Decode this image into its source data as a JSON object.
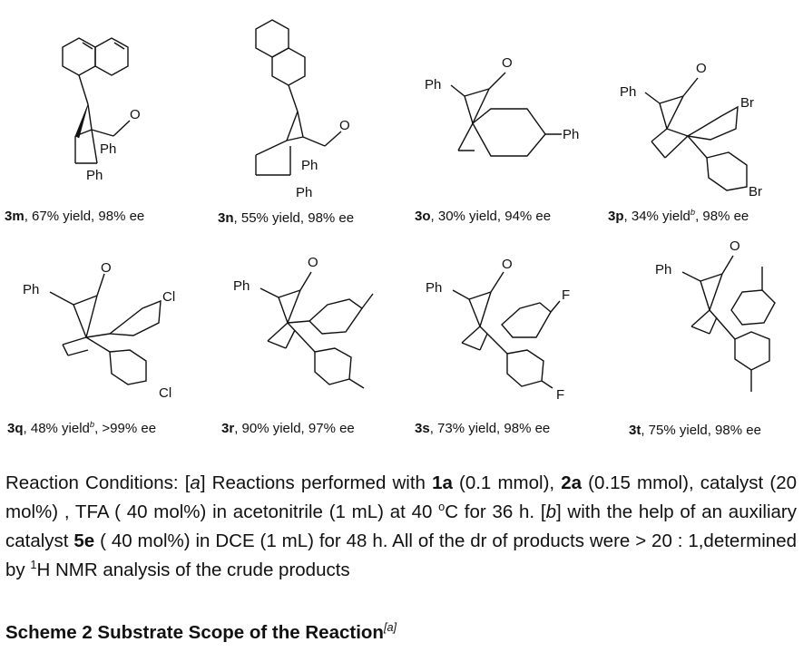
{
  "compounds": [
    {
      "id": "3m",
      "rest": ", 67%  yield, 98% ee",
      "labels": {
        "ph1": "Ph",
        "ph2": "Ph"
      }
    },
    {
      "id": "3n",
      "rest": ", 55%  yield, 98% ee",
      "labels": {
        "ph1": "Ph",
        "ph2": "Ph"
      }
    },
    {
      "id": "3o",
      "rest": ", 30%  yield, 94% ee",
      "labels": {
        "ph1": "Ph",
        "ph2": "Ph",
        "o": "O"
      }
    },
    {
      "id": "3p",
      "pre": ", 34%  yield",
      "sup": "b",
      "post": ", 98% ee",
      "labels": {
        "ph": "Ph",
        "x1": "Br",
        "x2": "Br",
        "o": "O"
      }
    },
    {
      "id": "3q",
      "pre": ", 48%  yield",
      "sup": "b",
      "post": ", >99% ee",
      "labels": {
        "ph": "Ph",
        "x1": "Cl",
        "x2": "Cl",
        "o": "O"
      }
    },
    {
      "id": "3r",
      "rest": ", 90%  yield, 97% ee",
      "labels": {
        "ph": "Ph",
        "o": "O"
      }
    },
    {
      "id": "3s",
      "rest": ", 73%  yield, 98% ee",
      "labels": {
        "ph": "Ph",
        "x1": "F",
        "x2": "F",
        "o": "O"
      }
    },
    {
      "id": "3t",
      "rest": ", 75%  yield, 98% ee",
      "labels": {
        "ph": "Ph",
        "o": "O"
      }
    }
  ],
  "conditions": {
    "a": "Reaction Conditions: [",
    "a_it": "a",
    "b": "] Reactions performed with ",
    "c": "1a",
    "d": " (0.1 mmol), ",
    "e": "2a",
    "f": " (0.15 mmol), catalyst (20 mol%) , TFA ( 40 mol%) in acetonitrile (1 mL) at 40 ",
    "deg": "o",
    "g": "C for 36 h. [",
    "g_it": "b",
    "h": "] with the help of an auxiliary catalyst ",
    "i": "5e",
    "j": " ( 40 mol%) in DCE (1 mL) for 48 h. All of the dr of products were > 20 : 1,determined by ",
    "hsup": "1",
    "k": "H NMR analysis of the crude products"
  },
  "scheme": {
    "title": "Scheme 2 Substrate Scope of the Reaction",
    "sup": "[a]"
  }
}
